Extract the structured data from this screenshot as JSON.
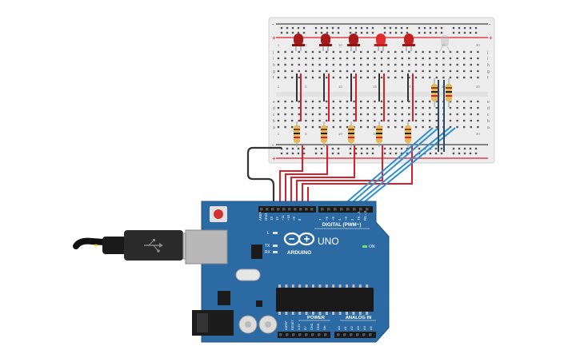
{
  "board": {
    "brand": "ARDUINO",
    "model": "UNO",
    "digital_label": "DIGITAL (PWM~)",
    "power_label": "POWER",
    "analog_label": "ANALOG IN",
    "on_label": "ON",
    "l_label": "L",
    "tx_label": "TX",
    "rx_label": "RX",
    "digital_pins": [
      "AREF",
      "GND",
      "13",
      "12",
      "~11",
      "~10",
      "~9",
      "8",
      "7",
      "~6",
      "~5",
      "4",
      "~3",
      "2",
      "TX→1",
      "RX←0"
    ],
    "power_pins": [
      "IOREF",
      "RESET",
      "3.3V",
      "5V",
      "GND",
      "GND",
      "Vin"
    ],
    "analog_pins": [
      "A0",
      "A1",
      "A2",
      "A3",
      "A4",
      "A5"
    ]
  },
  "breadboard": {
    "rows_top": [
      "j",
      "i",
      "h",
      "g",
      "f"
    ],
    "rows_bottom": [
      "e",
      "d",
      "c",
      "b",
      "a"
    ],
    "column_numbers": [
      "1",
      "5",
      "10",
      "15",
      "20",
      "25",
      "30"
    ],
    "rail_plus": "+",
    "rail_minus": "-"
  },
  "colors": {
    "board": "#2b6aa3",
    "led_red": "#b01e1e",
    "led_bright": "#e22b2b",
    "wire_red": "#d8202a",
    "wire_blue": "#2b8fd0",
    "wire_black": "#333333",
    "breadboard": "#f0f0f0"
  }
}
